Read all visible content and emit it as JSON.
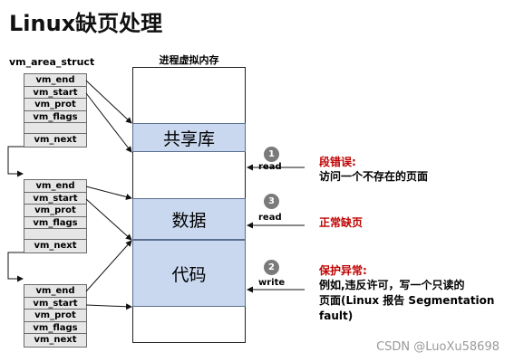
{
  "title": "Linux缺页处理",
  "struct_label": "vm_area_struct",
  "vma_blocks": [
    {
      "fields": [
        "vm_end",
        "vm_start",
        "vm_prot",
        "vm_flags",
        "",
        "vm_next"
      ]
    },
    {
      "fields": [
        "vm_end",
        "vm_start",
        "vm_prot",
        "vm_flags",
        "",
        "vm_next"
      ]
    },
    {
      "fields": [
        "vm_end",
        "vm_start",
        "vm_prot",
        "vm_flags",
        "vm_next"
      ]
    }
  ],
  "memory_title": "进程虚拟内存",
  "regions": {
    "shared": "共享库",
    "data": "数据",
    "code": "代码"
  },
  "faults": [
    {
      "number": "1",
      "op": "read",
      "label": "段错误:",
      "description": [
        "访问一个不存在的页面"
      ]
    },
    {
      "number": "3",
      "op": "read",
      "label": "正常缺页",
      "description": []
    },
    {
      "number": "2",
      "op": "write",
      "label": "保护异常:",
      "description": [
        "例如,违反许可，写一个只读的",
        "页面(Linux 报告 Segmentation",
        "fault)"
      ]
    }
  ],
  "watermark": "CSDN @LuoXu58698",
  "colors": {
    "region_fill": "#c9d8ef",
    "struct_fill": "#e6e6e6",
    "accent_red": "#c00000"
  }
}
